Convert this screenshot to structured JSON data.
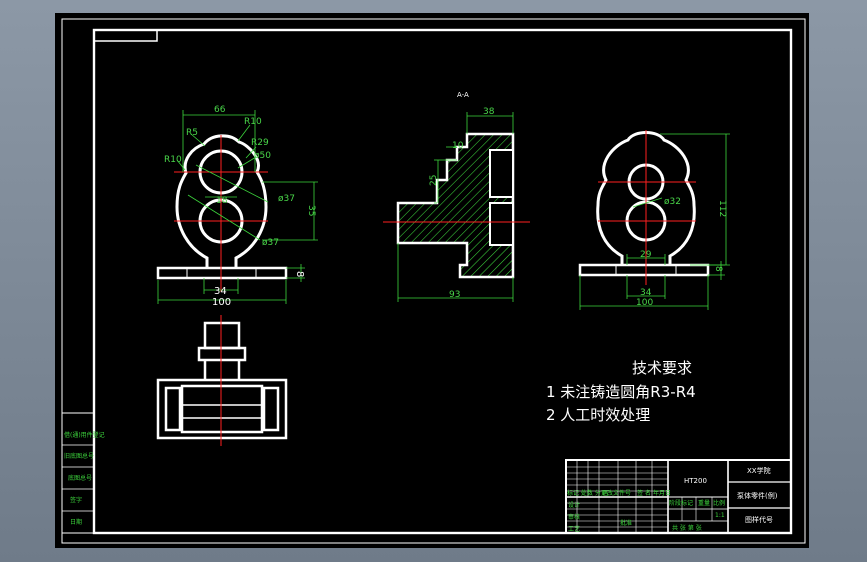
{
  "drawing": {
    "colors": {
      "background": "#000000",
      "outline": "#ffffff",
      "centerline": "#ff2020",
      "dimension": "#3dd63d",
      "hatch": "#3dd63d"
    }
  },
  "section_label": "A-A",
  "front_view": {
    "dims": {
      "width_top": "66",
      "r5": "R5",
      "r10_top": "R10",
      "r29": "R29",
      "r10_left": "R10",
      "d50": "ø50",
      "d37_right": "ø37",
      "h35": "35",
      "d18": "18",
      "d37_bottom": "ø37",
      "w34": "34",
      "w100": "100",
      "h8": "8"
    }
  },
  "section_view": {
    "dims": {
      "w38": "38",
      "d10": "10",
      "d25": "25",
      "w93": "93"
    }
  },
  "side_view": {
    "dims": {
      "d32": "ø32",
      "h112": "112",
      "w29": "29",
      "w34": "34",
      "w100": "100",
      "h8": "8"
    }
  },
  "tech_requirements": {
    "title": "技术要求",
    "items": [
      "1  未注铸造圆角R3-R4",
      "2  人工时效处理"
    ]
  },
  "left_strip": {
    "labels": [
      "借(通)用件登记",
      "旧底图总号",
      "底图总号",
      "签字",
      "日期"
    ]
  },
  "title_block": {
    "material": "HT200",
    "school": "XX学院",
    "part_name": "泵体零件(例)",
    "drawing_no": "图样代号",
    "row_labels": [
      "标记 处数 分 区",
      "更改文件号",
      "签 名",
      "年月日"
    ],
    "designer": "设计",
    "checker": "审核",
    "process": "工艺",
    "approve": "批准",
    "stage": "阶段标记",
    "weight": "重量",
    "scale": "比例",
    "scale_value": "1:1",
    "sheet": "共 张 第 张"
  }
}
